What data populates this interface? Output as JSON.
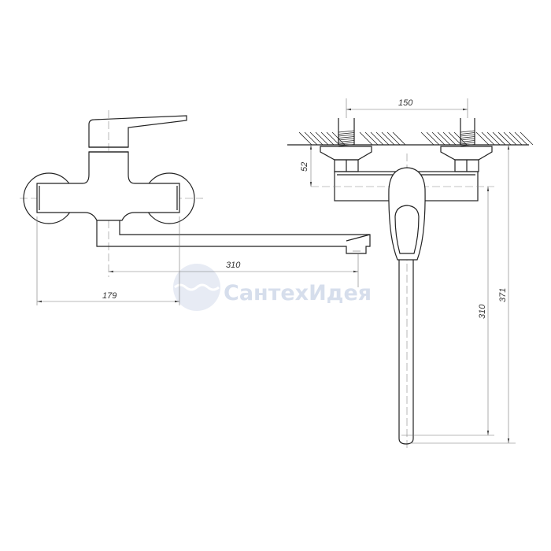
{
  "watermark": {
    "brand": "СантехИдея"
  },
  "front_view": {
    "dim_spout_length": "310",
    "dim_width": "179"
  },
  "side_view": {
    "dim_pipe_spacing": "150",
    "dim_wall_offset": "52",
    "dim_spout_height": "310",
    "dim_total_height": "371"
  },
  "colors": {
    "line": "#222222",
    "dim_line": "#777777",
    "watermark": "#c9d3e6"
  }
}
